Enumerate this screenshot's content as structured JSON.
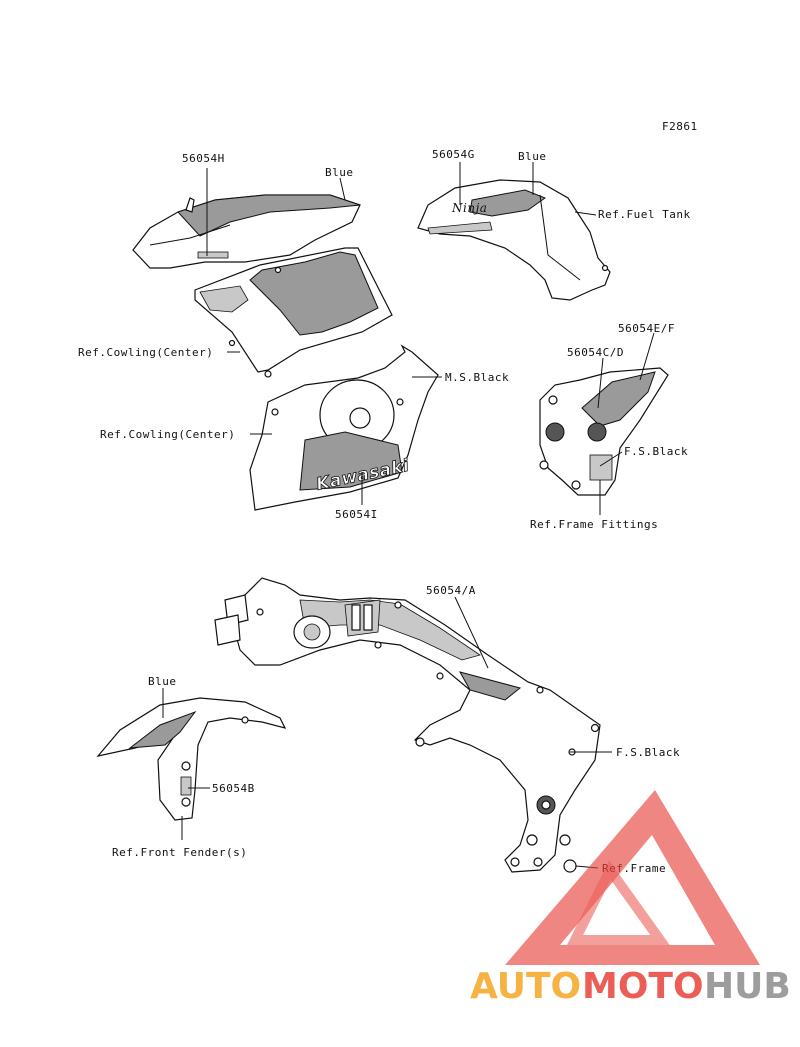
{
  "figure_id": "F2861",
  "labels": {
    "p56054H": "56054H",
    "blue_top_left": "Blue",
    "p56054G": "56054G",
    "blue_top_right": "Blue",
    "ref_fuel_tank": "Ref.Fuel Tank",
    "ref_cowling_center_1": "Ref.Cowling(Center)",
    "ms_black": "M.S.Black",
    "p56054EF": "56054E/F",
    "p56054CD": "56054C/D",
    "ref_cowling_center_2": "Ref.Cowling(Center)",
    "fs_black_1": "F.S.Black",
    "p56054I": "56054I",
    "ref_frame_fittings": "Ref.Frame Fittings",
    "p56054A": "56054/A",
    "blue_fender": "Blue",
    "fs_black_2": "F.S.Black",
    "p56054B": "56054B",
    "ref_front_fender": "Ref.Front Fender(s)",
    "ref_frame": "Ref.Frame"
  },
  "decals": {
    "kawasaki": "Kawasaki",
    "ninja": "Ninja"
  },
  "watermark": {
    "part1": "AUTO",
    "part2": "MOTO",
    "part3": "HUB",
    "color_orange": "#f5a623",
    "color_red": "#e8423a",
    "color_gray": "#8c8c8c"
  }
}
